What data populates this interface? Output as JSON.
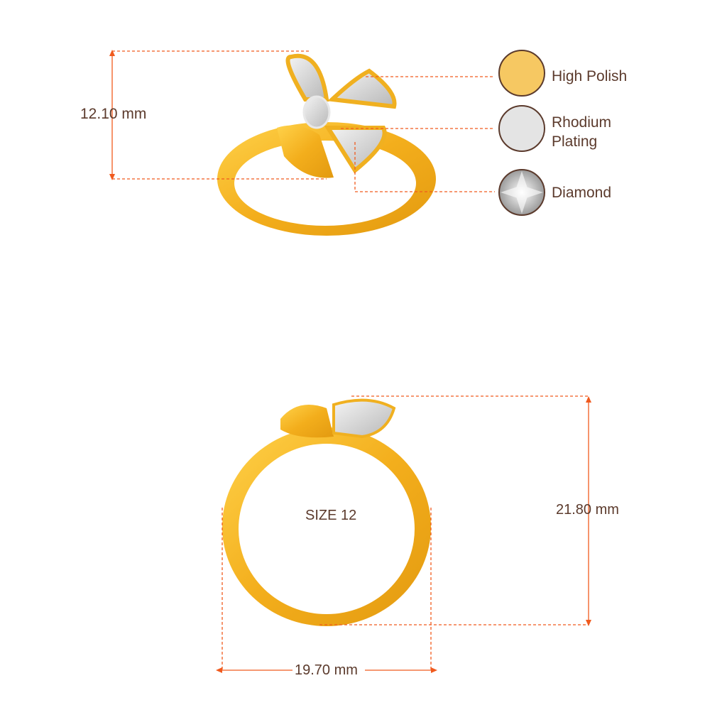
{
  "dimensions": {
    "top_height": "12.10 mm",
    "ring_height": "21.80 mm",
    "ring_width": "19.70 mm",
    "size": "SIZE 12"
  },
  "legend": [
    {
      "label": "High Polish",
      "icon": "gold-swatch-icon",
      "color": "#f6c862"
    },
    {
      "label_line1": "Rhodium",
      "label_line2": "Plating",
      "icon": "rhodium-swatch-icon",
      "color": "#e4e4e4"
    },
    {
      "label": "Diamond",
      "icon": "diamond-swatch-icon",
      "color": "#d8d8d8"
    }
  ],
  "colors": {
    "dimension": "#f05a1e",
    "text": "#5b3a2c",
    "gold": "#f2b12c",
    "border": "#5b3a2c"
  }
}
